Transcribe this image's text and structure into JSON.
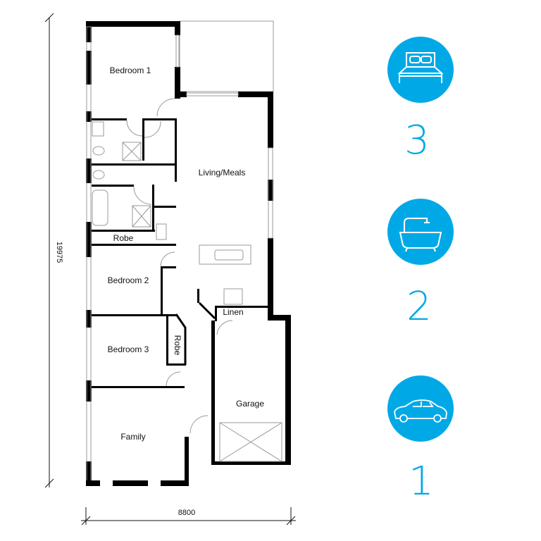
{
  "floorplan": {
    "rooms": {
      "bedroom1": "Bedroom 1",
      "living": "Living/Meals",
      "robe1": "Robe",
      "bedroom2": "Bedroom 2",
      "robe2": "Robe",
      "bedroom3": "Bedroom 3",
      "linen": "Linen",
      "garage": "Garage",
      "family": "Family"
    },
    "dimensions": {
      "depth": "19975",
      "width": "8800"
    }
  },
  "features": [
    {
      "icon": "bed-icon",
      "count": "3"
    },
    {
      "icon": "bathtub-icon",
      "count": "2"
    },
    {
      "icon": "car-icon",
      "count": "1"
    }
  ],
  "colors": {
    "accent": "#00A9E6",
    "walls": "#000000"
  }
}
